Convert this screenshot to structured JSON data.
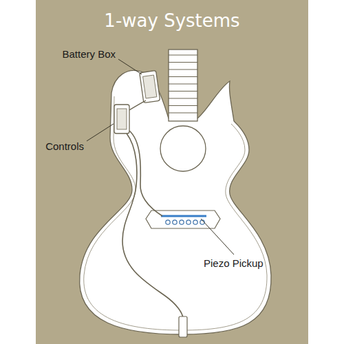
{
  "diagram": {
    "title": "1-way Systems",
    "labels": [
      "Battery Box",
      "Controls",
      "Piezo Pickup"
    ]
  }
}
